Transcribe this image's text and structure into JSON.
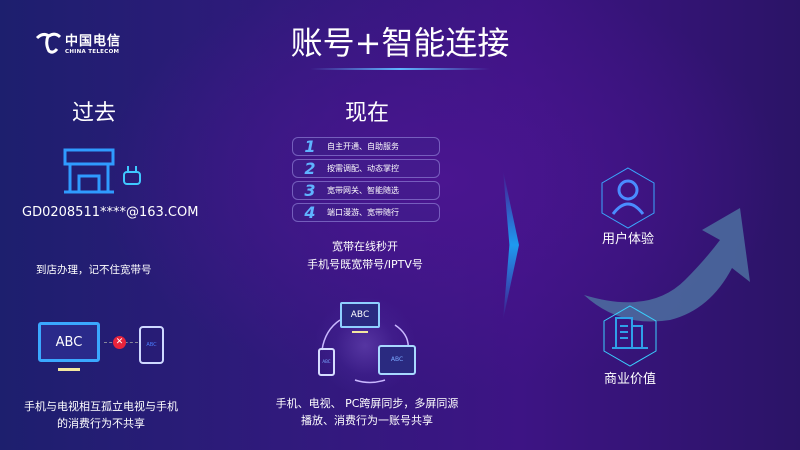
{
  "logo": {
    "cn": "中国电信",
    "en": "CHINA TELECOM"
  },
  "title": "账号+智能连接",
  "past": {
    "heading": "过去",
    "email": "GD0208511****@163.COM",
    "note": "到店办理，记不住宽带号",
    "tv_text": "ABC",
    "phone_text": "ABC",
    "caption_lines": [
      "手机与电视相互孤立电视与手机",
      "的消费行为不共享"
    ]
  },
  "now": {
    "heading": "现在",
    "items": [
      {
        "num": "1",
        "text": "自主开通、自助服务"
      },
      {
        "num": "2",
        "text": "按需调配、动态掌控"
      },
      {
        "num": "3",
        "text": "宽带网关、智能随选"
      },
      {
        "num": "4",
        "text": "端口漫游、宽带随行"
      }
    ],
    "summary_lines": [
      "宽带在线秒开",
      "手机号既宽带号/IPTV号"
    ],
    "devices": {
      "monitor": "ABC",
      "tablet": "ABC",
      "phone": "ABC"
    },
    "caption_lines": [
      "手机、电视、 PC跨屏同步，多屏同源",
      "播放、消费行为一账号共享"
    ]
  },
  "results": {
    "user": "用户体验",
    "business": "商业价值"
  },
  "colors": {
    "accent": "#2f9bff",
    "error": "#e8243c"
  }
}
